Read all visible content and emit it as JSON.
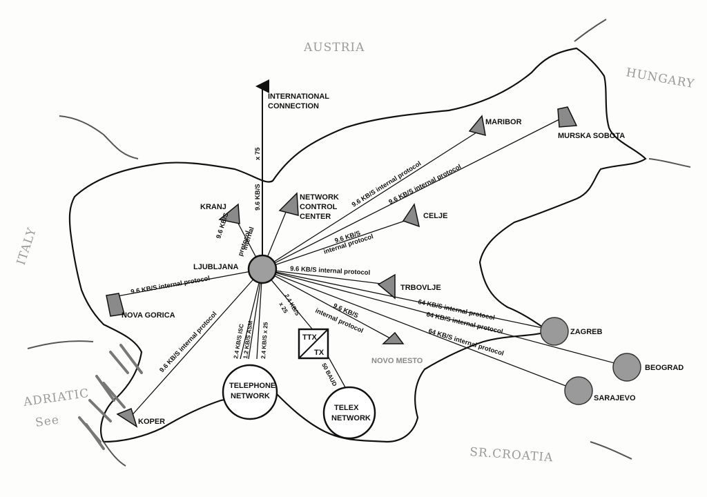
{
  "countries": {
    "austria": "AUSTRIA",
    "hungary": "HUNGARY",
    "italy": "ITALY",
    "croatia": "SR.CROATIA",
    "adriatic_1": "ADRIATIC",
    "adriatic_2": "See"
  },
  "international": {
    "line1": "INTERNATIONAL",
    "line2": "CONNECTION",
    "link_speed": "9.6 KB/S",
    "link_mult": "x 75"
  },
  "center": {
    "name": "LJUBLJANA"
  },
  "ncc": {
    "line1": "NETWORK",
    "line2": "CONTROL",
    "line3": "CENTER"
  },
  "nodes": {
    "kranj": "KRANJ",
    "maribor": "MARIBOR",
    "murska": "MURSKA SOBOTA",
    "celje": "CELJE",
    "trbovlje": "TRBOVLJE",
    "nova_gorica": "NOVA GORICA",
    "koper": "KOPER",
    "novo_mesto": "NOVO MESTO",
    "zagreb": "ZAGREB",
    "beograd": "BEOGRAD",
    "sarajevo": "SARAJEVO"
  },
  "telephone": {
    "line1": "TELEPHONE",
    "line2": "NETWORK"
  },
  "telex": {
    "line1": "TELEX",
    "line2": "NETWORK"
  },
  "ttx": {
    "top": "TTX",
    "bottom": "TX"
  },
  "links": {
    "maribor": "9.6 KB/S internal protocol",
    "murska": "9.6 KB/S internal protocol",
    "celje_1": "9.6 KB/S",
    "celje_2": "internal protocol",
    "trbovlje": "9.6 KB/S internal protocol",
    "nova_gorica": "9.6 KB/S internal protocol",
    "koper": "9.6 KB/S internal protocol",
    "kranj_1": "9.6 KB/S",
    "kranj_2": "internal",
    "kranj_3": "protocol",
    "novo_1": "9.6 KB/S",
    "novo_2": "internal protocol",
    "zagreb": "64 KB/S internal protocol",
    "beograd": "64 KB/S internal protocol",
    "sarajevo": "64 KB/S internal protocol",
    "tel_isc": "2.4 KB/S ISC",
    "tel_asm": "1.2 KB/S ASM",
    "tel_x25": "2.4 KB/S x 25",
    "ttx_1": "2.4 KB/S",
    "ttx_2": "x 25",
    "telex_baud": "50 BAUD"
  }
}
